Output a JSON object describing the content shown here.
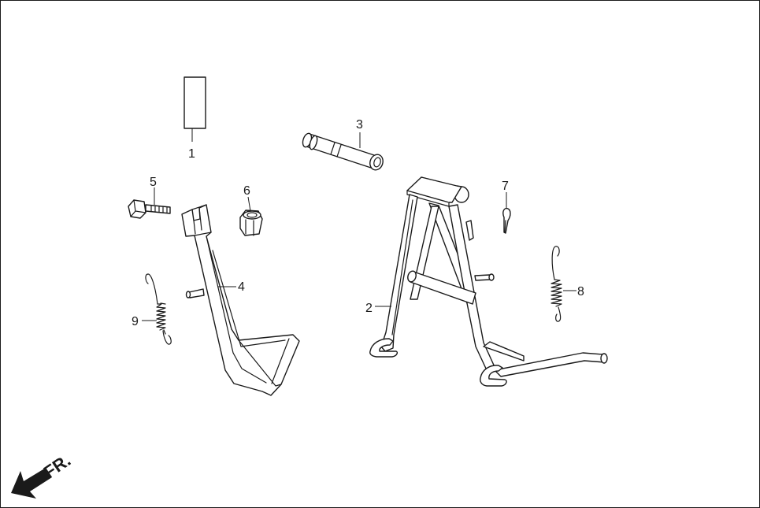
{
  "diagram": {
    "callouts": [
      {
        "id": "1",
        "label": "1"
      },
      {
        "id": "2",
        "label": "2"
      },
      {
        "id": "3",
        "label": "3"
      },
      {
        "id": "4",
        "label": "4"
      },
      {
        "id": "5",
        "label": "5"
      },
      {
        "id": "6",
        "label": "6"
      },
      {
        "id": "7",
        "label": "7"
      },
      {
        "id": "8",
        "label": "8"
      },
      {
        "id": "9",
        "label": "9"
      }
    ],
    "direction_label": "FR."
  }
}
